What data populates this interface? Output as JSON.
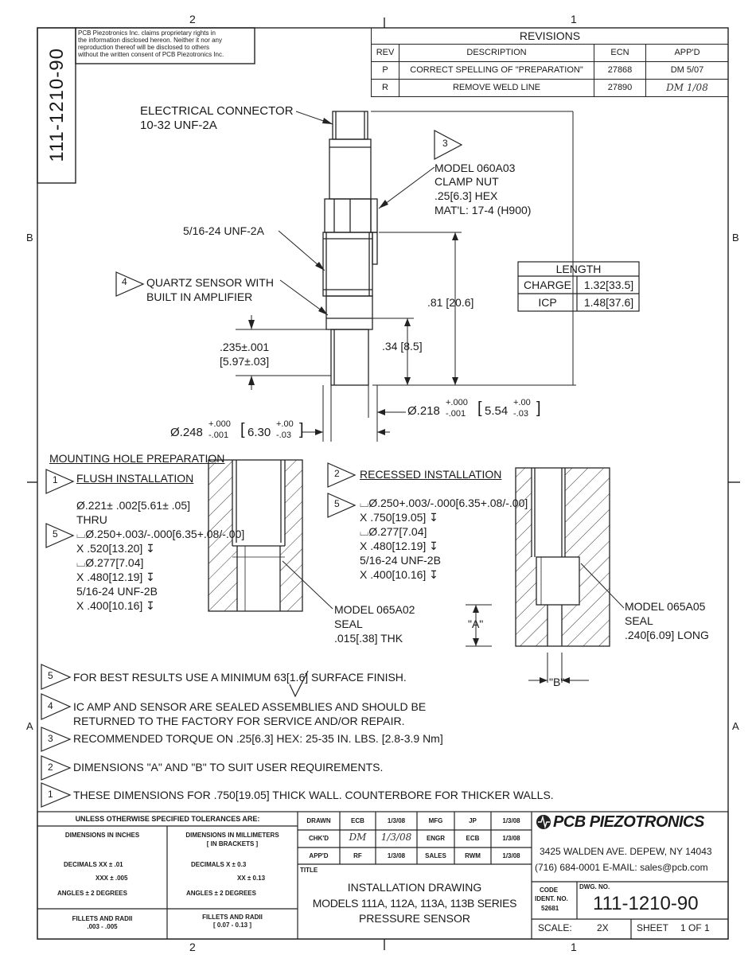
{
  "zone_labels": {
    "top_left": "2",
    "top_right": "1",
    "bottom_left": "2",
    "bottom_right": "1",
    "row_b": "B",
    "row_a": "A"
  },
  "side_dwg_no": "111-1210-90",
  "proprietary": [
    "PCB Piezotronics Inc. claims proprietary rights in",
    "the information disclosed hereon.  Neither it nor any",
    "reproduction thereof will be disclosed to others",
    "without the written consent of PCB Piezotronics Inc."
  ],
  "revisions": {
    "title": "REVISIONS",
    "headers": [
      "REV",
      "DESCRIPTION",
      "ECN",
      "APP'D"
    ],
    "rows": [
      {
        "rev": "P",
        "description": "CORRECT SPELLING OF \"PREPARATION\"",
        "ecn": "27868",
        "appd": "DM 5/07"
      },
      {
        "rev": "R",
        "description": "REMOVE WELD LINE",
        "ecn": "27890",
        "appd": "DM 1/08"
      }
    ]
  },
  "callouts": {
    "connector_1": "ELECTRICAL CONNECTOR",
    "connector_2": "10-32 UNF-2A",
    "note3_num": "3",
    "clamp_1": "MODEL 060A03",
    "clamp_2": "CLAMP NUT",
    "clamp_3": ".25[6.3] HEX",
    "clamp_4": "MAT'L: 17-4 (H900)",
    "thread_516": "5/16-24 UNF-2A",
    "note4_num": "4",
    "quartz_1": "QUARTZ SENSOR WITH",
    "quartz_2": "BUILT IN AMPLIFIER",
    "dim_81": ".81 [20.6]",
    "dim_34": ".34 [8.5]",
    "dim_235_1": ".235±.001",
    "dim_235_2": "[5.97±.03]",
    "dia_218": "Ø.218",
    "dia_218_tol_top": "+.000",
    "dia_218_tol_bot": "-.001",
    "dia_218_mm": "5.54",
    "dia_218_mm_top": "+.00",
    "dia_218_mm_bot": "-.03",
    "dia_248": "Ø.248",
    "dia_248_tol_top": "+.000",
    "dia_248_tol_bot": "-.001",
    "dia_248_mm": "6.30",
    "dia_248_mm_top": "+.00",
    "dia_248_mm_bot": "-.03"
  },
  "length_table": {
    "title": "LENGTH",
    "rows": [
      {
        "type": "CHARGE",
        "value": "1.32[33.5]"
      },
      {
        "type": "ICP",
        "value": "1.48[37.6]"
      }
    ]
  },
  "mounting": {
    "title": "MOUNTING HOLE PREPARATION",
    "flush_num": "1",
    "flush_title": "FLUSH INSTALLATION",
    "flush_lines": [
      "Ø.221± .002[5.61± .05]",
      "THRU"
    ],
    "flush_note5_num": "5",
    "flush_lines2": [
      "⌴Ø.250+.003/-.000[6.35+.08/-.00]",
      "X .520[13.20] ↧",
      "⌴Ø.277[7.04]",
      "X .480[12.19] ↧",
      "5/16-24 UNF-2B",
      "X .400[10.16] ↧"
    ],
    "seal_1": "MODEL 065A02",
    "seal_2": "SEAL",
    "seal_3": ".015[.38] THK",
    "recessed_num": "2",
    "recessed_title": "RECESSED INSTALLATION",
    "recessed_note5_num": "5",
    "recessed_lines": [
      "⌴Ø.250+.003/-.000[6.35+.08/-.00]",
      "X .750[19.05] ↧",
      "⌴Ø.277[7.04]",
      "X .480[12.19] ↧",
      "5/16-24 UNF-2B",
      "X .400[10.16] ↧"
    ],
    "dim_a": "\"A\"",
    "dim_b": "\"B\"",
    "seal2_1": "MODEL 065A05",
    "seal2_2": "SEAL",
    "seal2_3": ".240[6.09] LONG"
  },
  "notes": [
    {
      "num": "5",
      "text": "FOR BEST RESULTS USE A MINIMUM  63[1.6]  SURFACE FINISH."
    },
    {
      "num": "4",
      "text": "IC AMP AND SENSOR ARE SEALED ASSEMBLIES AND SHOULD BE",
      "text2": "RETURNED TO THE FACTORY FOR SERVICE AND/OR REPAIR."
    },
    {
      "num": "3",
      "text": "RECOMMENDED TORQUE ON .25[6.3] HEX: 25-35 IN. LBS. [2.8-3.9 Nm]"
    },
    {
      "num": "2",
      "text": "DIMENSIONS \"A\" AND \"B\" TO SUIT USER REQUIREMENTS."
    },
    {
      "num": "1",
      "text": "THESE DIMENSIONS FOR .750[19.05] THICK WALL. COUNTERBORE FOR THICKER WALLS."
    }
  ],
  "title_block": {
    "tolerances_header": "UNLESS OTHERWISE SPECIFIED  TOLERANCES ARE:",
    "inch_header": "DIMENSIONS  IN INCHES",
    "mm_header_1": "DIMENSIONS IN MILLIMETERS",
    "mm_header_2": "[ IN BRACKETS ]",
    "inch_dec_1": "DECIMALS    XX   ± .01",
    "inch_dec_2": "XXX   ± .005",
    "inch_angles": "ANGLES ± 2 DEGREES",
    "mm_dec_1": "DECIMALS    X   ± 0.3",
    "mm_dec_2": "XX   ± 0.13",
    "mm_angles": "ANGLES ± 2 DEGREES",
    "fillets_in_1": "FILLETS AND RADII",
    "fillets_in_2": ".003 - .005",
    "fillets_mm_1": "FILLETS AND RADII",
    "fillets_mm_2": "[ 0.07 - 0.13 ]",
    "sign": [
      {
        "label": "DRAWN",
        "who": "ECB",
        "date": "1/3/08",
        "label2": "MFG",
        "who2": "JP",
        "date2": "1/3/08"
      },
      {
        "label": "CHK'D",
        "who": "DM",
        "date": "1/3/08",
        "label2": "ENGR",
        "who2": "ECB",
        "date2": "1/3/08"
      },
      {
        "label": "APP'D",
        "who": "RF",
        "date": "1/3/08",
        "label2": "SALES",
        "who2": "RWM",
        "date2": "1/3/08"
      }
    ],
    "title_label": "TITLE",
    "title_1": "INSTALLATION DRAWING",
    "title_2": "MODELS 111A, 112A, 113A, 113B SERIES",
    "title_3": "PRESSURE SENSOR",
    "company": "PCB PIEZOTRONICS",
    "address": "3425 WALDEN AVE. DEPEW, NY 14043",
    "phone": "(716)  684-0001 E-MAIL: sales@pcb.com",
    "code_label_1": "CODE",
    "code_label_2": "IDENT. NO.",
    "code_value": "52681",
    "dwg_label": "DWG. NO.",
    "dwg_no": "111-1210-90",
    "scale_label": "SCALE:",
    "scale_value": "2X",
    "sheet_label": "SHEET",
    "sheet_value": "1 OF 1"
  }
}
